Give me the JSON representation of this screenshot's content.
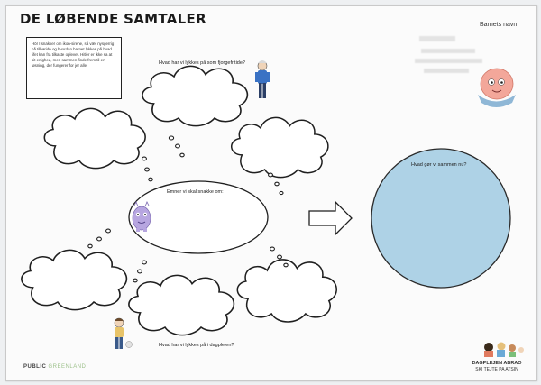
{
  "title": "DE LØBENDE SAMTALER",
  "child_name_label": "Barnets navn",
  "intro_text": "Hör I snakker om ikon-sirene, så vær nysgerrig på tilhøridn og hvordan barnet lykkes på hvad lifet kan fra tilkaste oplevet. Hitler er ikke sa at sit enighed, men sammen finde frem til en løsning, der fungerer for jer alle.",
  "prompts": {
    "free_time": "Hvad har vi lykkes på som fjorgefritide?",
    "important": "Emner vi skal snakke om:",
    "daycare": "Hvad har vi lykkes på i dagplejen?",
    "agreements": "Hvad gør vi sammen nu?"
  },
  "footer": {
    "left_bold": "PUBLIC",
    "left_light": "GREENLAND",
    "right_brand": "DAGPLEJEN ABRAO",
    "right_sub": "SKI TEJTE PA ATSIN"
  },
  "colors": {
    "circle_fill": "#aed2e6",
    "circle_stroke": "#2a2a2a",
    "sheet": "#fbfbfb"
  },
  "icons": [
    "thought-cloud",
    "arrow-right",
    "sun-character",
    "adult-figure",
    "purple-monster",
    "child-figure",
    "family-logo"
  ]
}
